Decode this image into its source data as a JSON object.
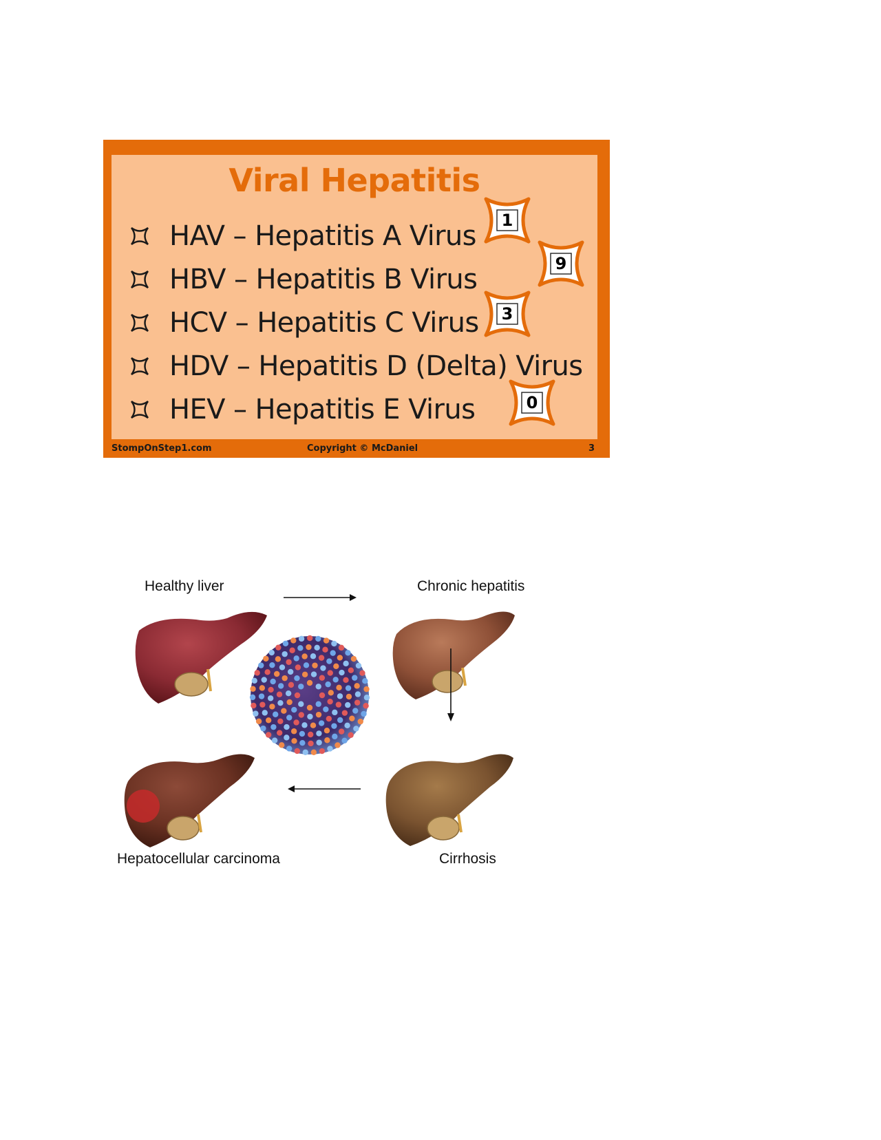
{
  "slide": {
    "title": "Viral Hepatitis",
    "items": [
      {
        "label": "HAV – Hepatitis A Virus"
      },
      {
        "label": "HBV – Hepatitis B Virus"
      },
      {
        "label": "HCV – Hepatitis C Virus"
      },
      {
        "label": "HDV – Hepatitis D (Delta) Virus"
      },
      {
        "label": "HEV – Hepatitis E Virus"
      }
    ],
    "badges": [
      "1",
      "9",
      "3",
      "0"
    ],
    "footer": {
      "site": "StompOnStep1.com",
      "copyright": "Copyright © McDaniel",
      "page": "3"
    },
    "colors": {
      "frame": "#e46c0a",
      "panel": "#fac090",
      "title": "#e46c0a"
    }
  },
  "diagram": {
    "stages": {
      "healthy": "Healthy liver",
      "chronic": "Chronic hepatitis",
      "cirrhosis": "Cirrhosis",
      "carcinoma": "Hepatocellular carcinoma"
    }
  }
}
